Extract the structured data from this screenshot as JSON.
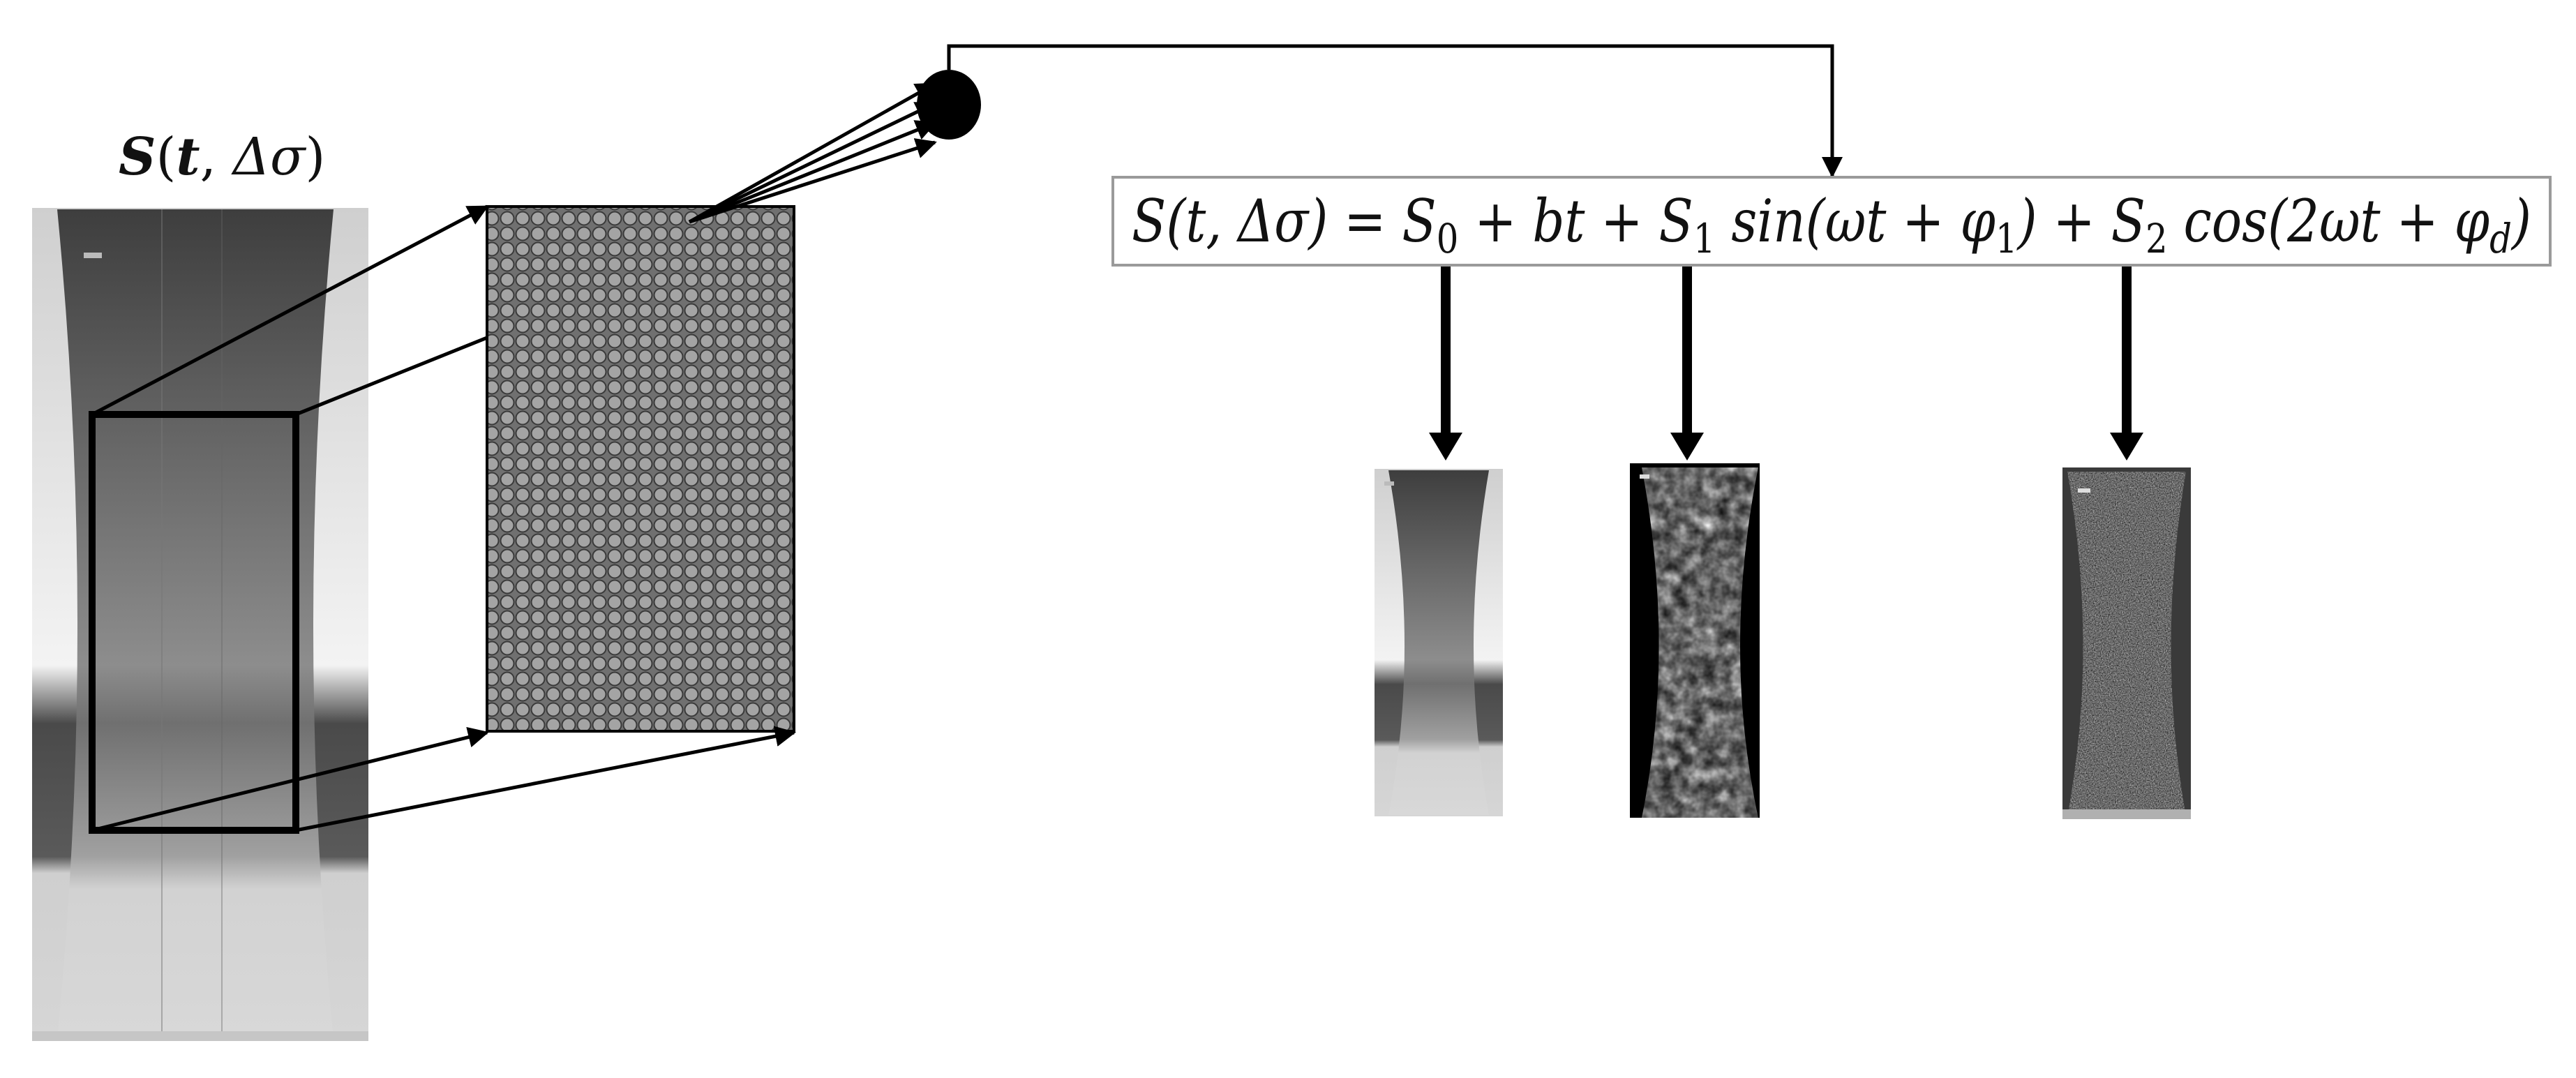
{
  "diagram": {
    "source_label": {
      "s": "S",
      "open": "(",
      "t": "t",
      "comma": ", ",
      "delta_sigma": "Δσ",
      "close": ")"
    },
    "equation": {
      "lhs": "S(t, Δσ) = ",
      "term0": "S",
      "sub0": "0",
      "plus_bt": " + bt + ",
      "term1": "S",
      "sub1": "1",
      "sin_part": " sin(ωt + φ",
      "sub_phi1": "1",
      "close1": ") + ",
      "term2": "S",
      "sub2": "2",
      "cos_part": " cos(2ωt + φ",
      "sub_phid": "d",
      "close2": ")"
    },
    "colors": {
      "line": "#000000",
      "grid_fill": "#7a7a7a",
      "circle_fill": "#9a9a9a",
      "equation_border": "#9a9a9a"
    }
  }
}
